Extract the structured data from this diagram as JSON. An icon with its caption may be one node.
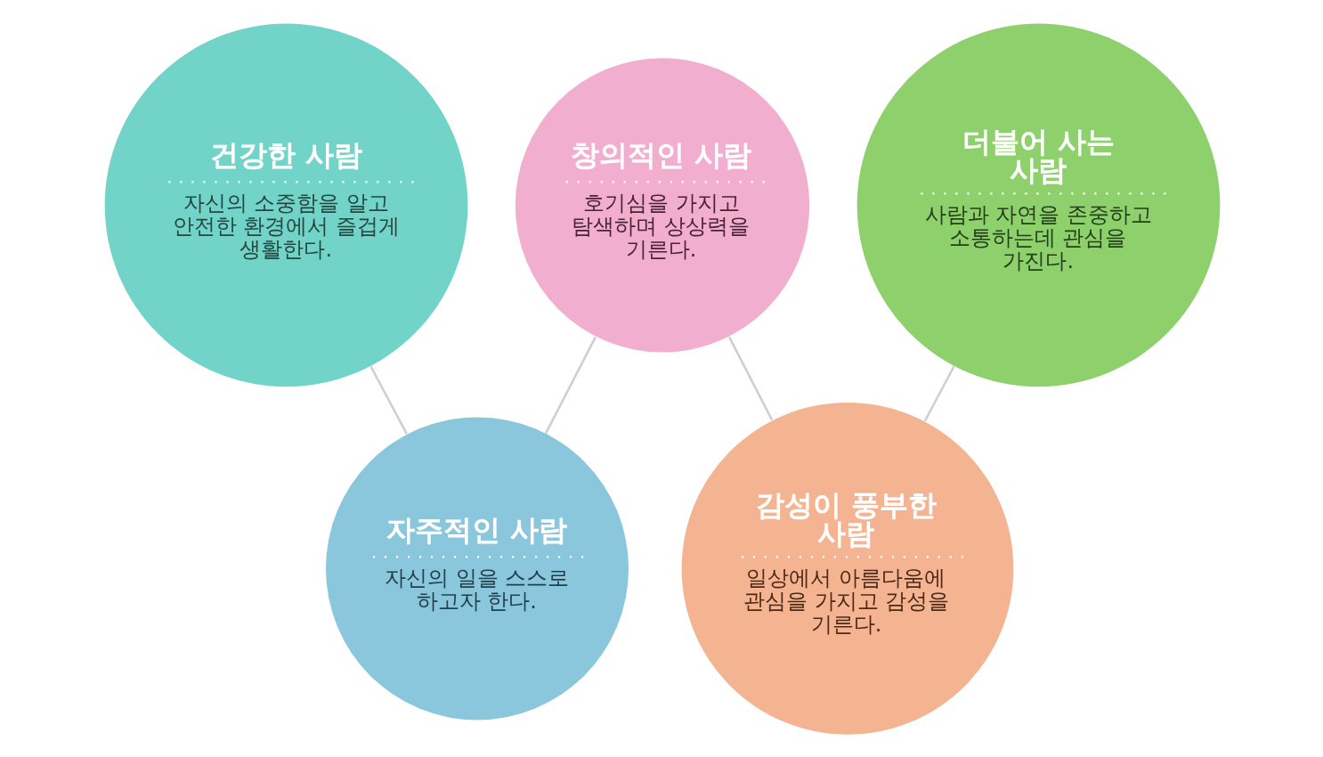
{
  "diagram": {
    "nodes": [
      {
        "text": [
          "건강한 사람",
          "자신의 소중함을 알고 안전한 환경에서 즐겁게 생활한다."
        ]
      },
      {
        "text": [
          "자주적인 사람",
          "자신의 일을 스스로 하고자 한다."
        ]
      },
      {
        "text": [
          "창의적인 사람",
          "호기심을 가지고 탐색하며 상상력을 기른다."
        ]
      },
      {
        "text": [
          "감성이 풍부한 사람",
          "일상에서 아름다움에 관심을 가지고 감성을 기른다."
        ]
      },
      {
        "text": [
          "더불어 사는 사람",
          "사람과 자연을 존중하고 소통하는데 관심을 가진다."
        ]
      }
    ],
    "edges": [
      {
        "from": 0,
        "to": 1,
        "arrow": "none"
      },
      {
        "from": 1,
        "to": 2,
        "arrow": "none"
      },
      {
        "from": 2,
        "to": 3,
        "arrow": "none"
      },
      {
        "from": 3,
        "to": 4,
        "arrow": "none"
      }
    ]
  }
}
